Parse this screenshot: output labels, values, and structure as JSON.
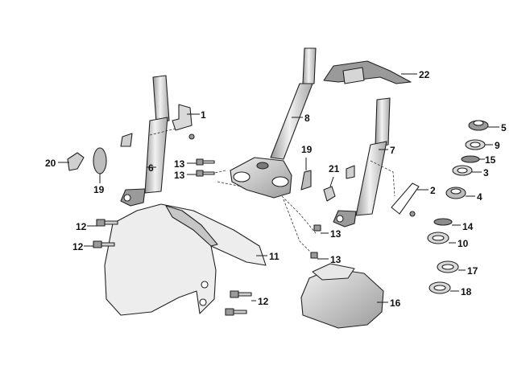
{
  "diagram": {
    "colors": {
      "line": "#222222",
      "fill_light": "#e6e6e6",
      "fill_mid": "#bdbdbd",
      "fill_dark": "#8c8c8c",
      "background": "#ffffff"
    },
    "callouts": [
      "1",
      "2",
      "3",
      "4",
      "5",
      "6",
      "7",
      "8",
      "9",
      "10",
      "11",
      "12",
      "12",
      "12",
      "13",
      "13",
      "13",
      "13",
      "14",
      "15",
      "16",
      "17",
      "18",
      "19",
      "19",
      "20",
      "21",
      "22"
    ]
  }
}
